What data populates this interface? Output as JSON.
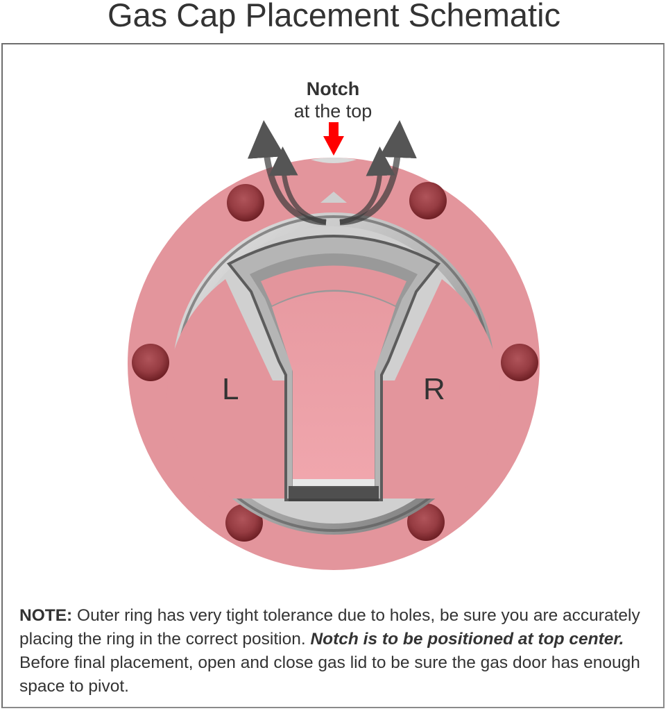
{
  "title": "Gas Cap Placement Schematic",
  "schematic": {
    "notch_label": {
      "title": "Notch",
      "subtitle": "at the top"
    },
    "left_label": "L",
    "right_label": "R",
    "pointer_color": "#ff0000",
    "ring_color": "#e3959c",
    "hole_color": "#8e2e33",
    "metal_color": "#bdbdbd",
    "arrow_color": "#555555",
    "mounting_holes": 6
  },
  "note": {
    "label": "NOTE:",
    "text_1": " Outer ring has very tight tolerance due to holes, be sure you are accurately placing the ring in the correct position. ",
    "emphasis": "Notch is to be positioned at top center.",
    "text_2": " Before final placement, open and close gas lid to be sure the gas door has enough space to pivot."
  }
}
